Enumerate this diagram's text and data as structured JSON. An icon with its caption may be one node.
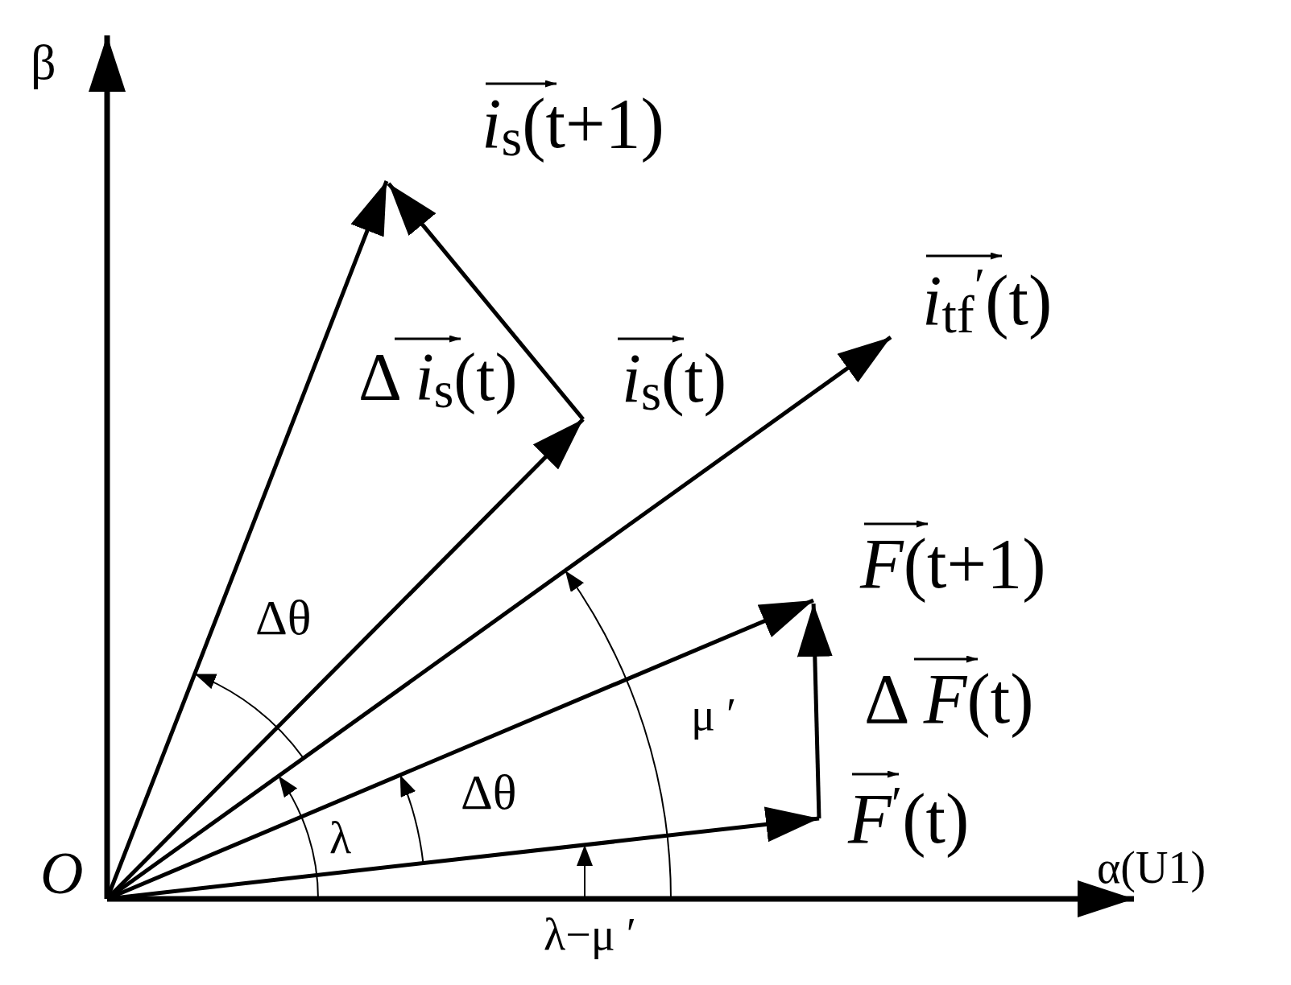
{
  "diagram": {
    "nodes": [
      {
        "text": [
          "O"
        ]
      },
      {
        "text": [
          "*i*$_{s}$(t+1)"
        ]
      },
      {
        "text": [
          "*i*$_{tf}$$^{′}$(t)"
        ]
      },
      {
        "text": [
          "*i*$_{s}$(t)"
        ]
      },
      {
        "text": [
          "*F*(t+1)"
        ]
      },
      {
        "text": [
          "*F*$^{′}$(t)"
        ]
      }
    ],
    "edges": [
      {
        "from": 0,
        "to": 1,
        "arrow": "to"
      },
      {
        "from": 0,
        "to": 3,
        "arrow": "to"
      },
      {
        "from": 3,
        "to": 1,
        "arrow": "to"
      },
      {
        "from": 0,
        "to": 2,
        "arrow": "to"
      },
      {
        "from": 0,
        "to": 4,
        "arrow": "to"
      },
      {
        "from": 0,
        "to": 5,
        "arrow": "to"
      },
      {
        "from": 5,
        "to": 4,
        "arrow": "to"
      }
    ],
    "labels": [
      "β",
      "Δ *i*$_{s}$(t)",
      "Δθ",
      "μ ′",
      "Δ *F*(t)",
      "Δθ",
      "λ",
      "α(U1)",
      "λ−μ ′"
    ]
  }
}
